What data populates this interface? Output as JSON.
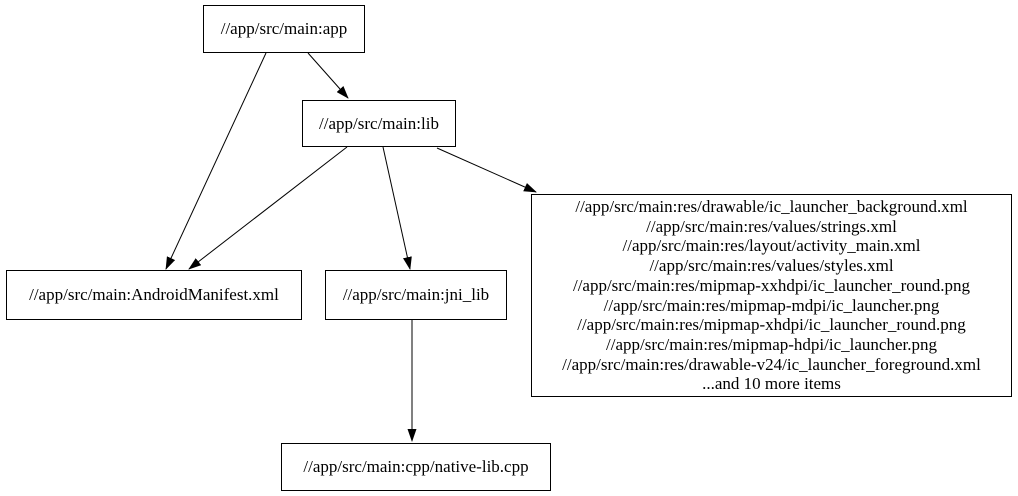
{
  "graph": {
    "type": "dependency-graph",
    "background_color": "#ffffff",
    "node_fill_color": "#ffffff",
    "node_border_color": "#000000",
    "text_color": "#000000",
    "edge_color": "#000000",
    "nodes": {
      "app": {
        "label": "//app/src/main:app"
      },
      "lib": {
        "label": "//app/src/main:lib"
      },
      "android_manifest": {
        "label": "//app/src/main:AndroidManifest.xml"
      },
      "jni_lib": {
        "label": "//app/src/main:jni_lib"
      },
      "res_group": {
        "lines": [
          "//app/src/main:res/drawable/ic_launcher_background.xml",
          "//app/src/main:res/values/strings.xml",
          "//app/src/main:res/layout/activity_main.xml",
          "//app/src/main:res/values/styles.xml",
          "//app/src/main:res/mipmap-xxhdpi/ic_launcher_round.png",
          "//app/src/main:res/mipmap-mdpi/ic_launcher.png",
          "//app/src/main:res/mipmap-xhdpi/ic_launcher_round.png",
          "//app/src/main:res/mipmap-hdpi/ic_launcher.png",
          "//app/src/main:res/drawable-v24/ic_launcher_foreground.xml",
          "...and 10 more items"
        ]
      },
      "native_lib_cpp": {
        "label": "//app/src/main:cpp/native-lib.cpp"
      }
    },
    "edges": [
      {
        "from": "app",
        "to": "android_manifest"
      },
      {
        "from": "app",
        "to": "lib"
      },
      {
        "from": "lib",
        "to": "android_manifest"
      },
      {
        "from": "lib",
        "to": "jni_lib"
      },
      {
        "from": "lib",
        "to": "res_group"
      },
      {
        "from": "jni_lib",
        "to": "native_lib_cpp"
      }
    ]
  }
}
